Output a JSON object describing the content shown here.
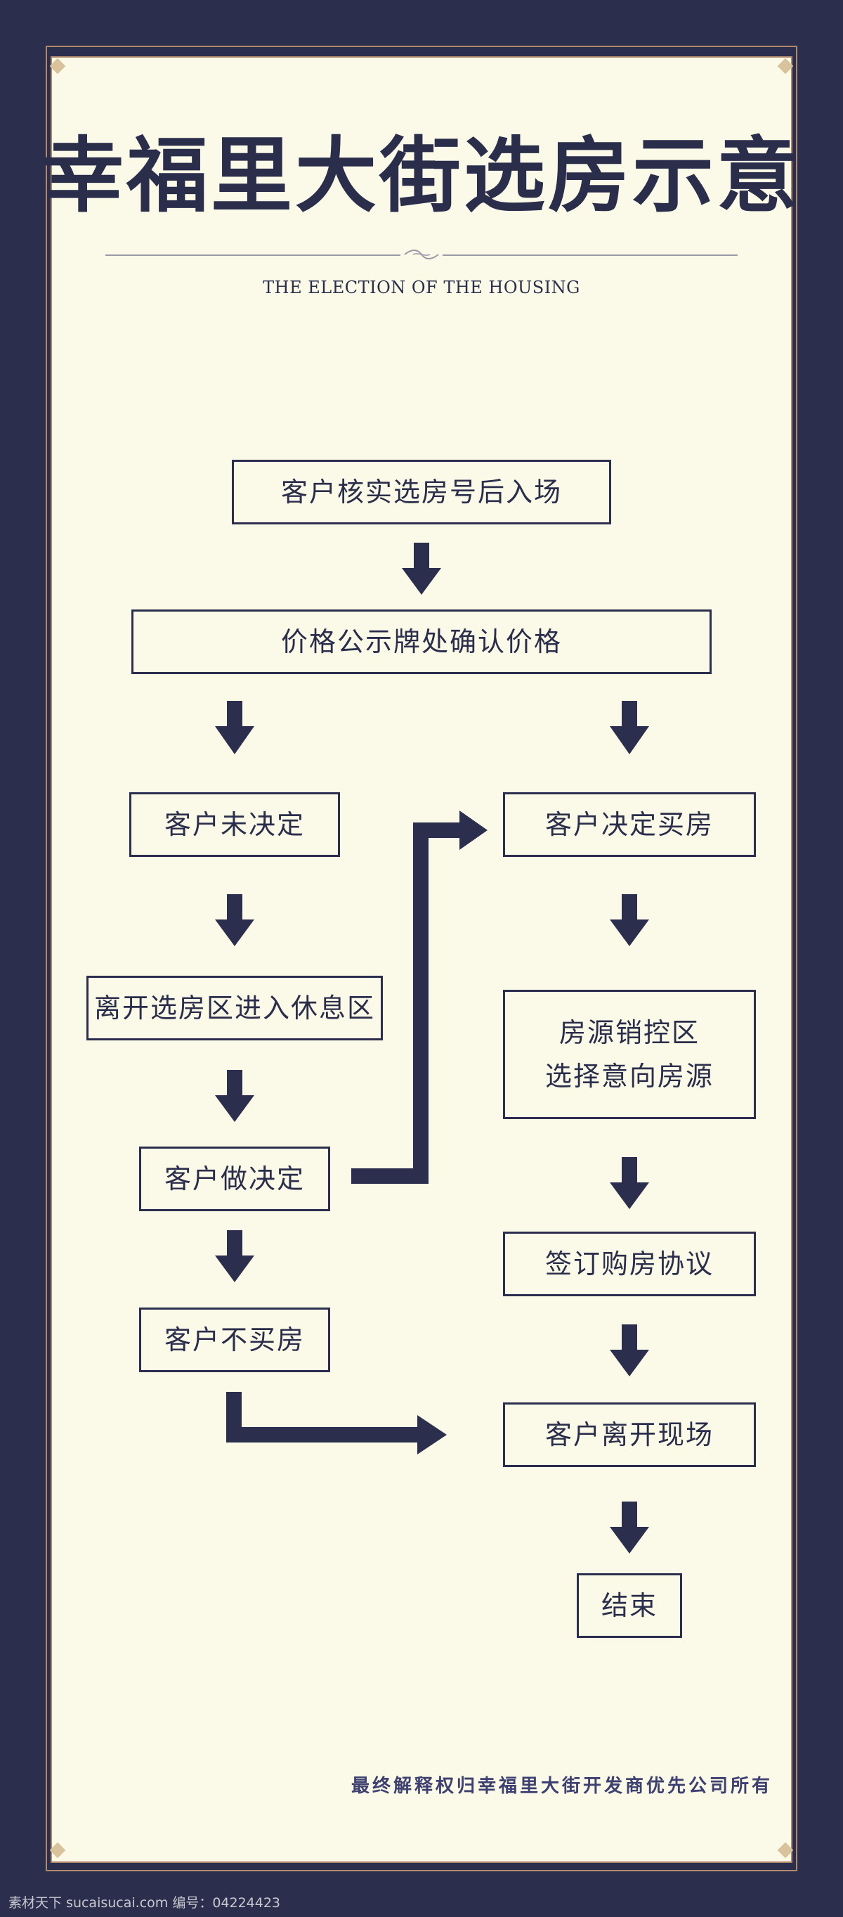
{
  "title": "幸福里大街选房示意",
  "subtitle": "THE ELECTION OF THE HOUSING",
  "colors": {
    "background": "#2b2f4d",
    "panel": "#fbf9e8",
    "border": "#b08a6a",
    "ink": "#2a2e4a"
  },
  "steps": {
    "verify_entry": "客户核实选房号后入场",
    "confirm_price": "价格公示牌处确认价格",
    "undecided": "客户未决定",
    "decided_buy": "客户决定买房",
    "leave_to_rest": "离开选房区进入休息区",
    "control_area_line1": "房源销控区",
    "control_area_line2": "选择意向房源",
    "make_decision": "客户做决定",
    "sign_agreement": "签订购房协议",
    "not_buy": "客户不买房",
    "leave_site": "客户离开现场",
    "end": "结束"
  },
  "footer": "最终解释权归幸福里大街开发商优先公司所有",
  "watermark": "素材天下 sucaisucai.com 编号：04224423"
}
